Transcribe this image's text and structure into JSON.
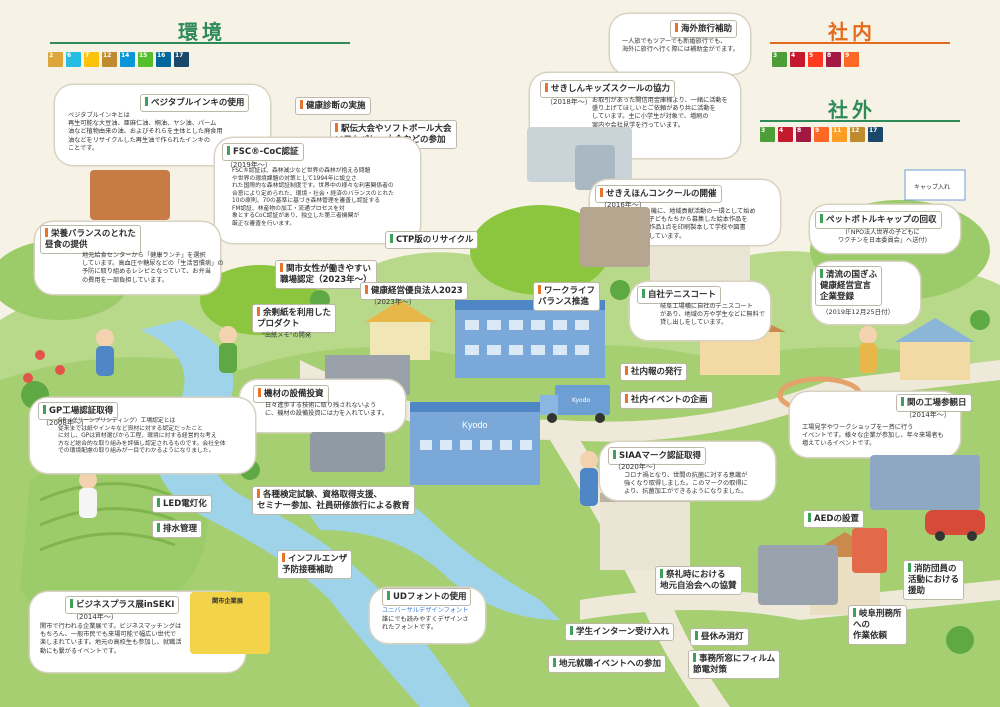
{
  "sections": {
    "env": "環境",
    "inner": "社内",
    "outer": "社外"
  },
  "sdg_env": [
    "2",
    "6",
    "7",
    "12",
    "14",
    "15",
    "16",
    "17"
  ],
  "sdg_inner": [
    "3",
    "4",
    "5",
    "8",
    "9"
  ],
  "sdg_outer": [
    "3",
    "4",
    "8",
    "9",
    "11",
    "12",
    "17"
  ],
  "colors": {
    "green": "#2e8b57",
    "orange": "#e36b1c",
    "sky": "#f6f2e6",
    "grass": "#8cc63f"
  },
  "items": {
    "veg_ink": {
      "title": "ベジタブルインキの使用",
      "text": "ベジタブルインキとは\n再生可能な大豆油、亜麻仁油、桐油、ヤシ油、パーム\n油など植物由来の油、およびそれらを主体とした廃食用\n油などをリサイクルした再生油で作られたインキの\nことです。"
    },
    "health_check": {
      "title": "健康診断の実施"
    },
    "ekiden": {
      "title": "駅伝大会やソフトボール大会\nソフトバレー大会などの参加"
    },
    "overseas": {
      "title": "海外旅行補助",
      "text": "一人旅でもツアーでも新婚旅行でも、\n海外に旅行へ行く際には補助金がでます。"
    },
    "kids": {
      "title": "せきしんキッズスクールの協力",
      "year": "（2018年～）",
      "text": "お取引があった関信用金庫様より、一緒に活動を\n盛り上げてほしいとご依頼があり共に活動を\nしています。主に小学生が対象で、増刷の\n案内や会社見学を行っています。"
    },
    "fsc": {
      "title": "FSC®-CoC認証",
      "year": "（2019年～）",
      "text": "FSC®認証は、森林減少など世界の森林が抱える問題\nや世界の環境課題の対策として1994年に設立さ\nれた国際的な森林認証制度です。世界中の様々な利害関係者の\n合意により定められた、環境・社会・経済のバランスのとれた\n10の原則、70の基準に基づき森林管理を審査し認証する\nFM認証、林産物の加工・流通プロセスを対\n象とするCoC認証があり、独立した第三者機関が\n厳正な審査を行います。"
    },
    "essay": {
      "title": "せきえほんコンクールの開催",
      "year": "（2016年～）",
      "text": "創業50周年を機に、地域貢献活動の一環として始め\nた企画です。子どもたちから募集した絵本作品を\n審査し、大賞作品1点を印刷製本して学校や図書\n館などへ寄贈しています。"
    },
    "pet": {
      "title": "ペットボトルキャップの回収",
      "text": "(「NPO法人世界の子どもに\nワクチンを日本委員会」へ送付)"
    },
    "lunch": {
      "title": "栄養バランスのとれた\n昼食の提供",
      "text": "地元給食センターから「健康ランチ」を選択\nしています。高血圧や糖尿などの「生活習慣病」の\n予防に取り組めるレシピとなっていて、お弁当\nの費用を一部負担しています。"
    },
    "ctp": {
      "title": "CTP版のリサイクル"
    },
    "women": {
      "title": "関市女性が働きやすい\n職場認定（2023年～）"
    },
    "kenko": {
      "title": "健康経営優良法人2023",
      "year": "（2023年～）"
    },
    "worklife": {
      "title": "ワークライフ\nバランス推進"
    },
    "tennis": {
      "title": "自社テニスコート",
      "text": "岐阜工場横に自社のテニスコート\nがあり、地域の方や学生などに無料で\n貸し出しをしています。"
    },
    "clean": {
      "title": "清流の国ぎふ\n健康経営宣言\n企業登録",
      "year": "（2019年12月25日付）"
    },
    "yoyaku": {
      "title": "余剰紙を利用した\nプロダクト",
      "text": "\"出紙メモ\"の開発"
    },
    "newsletter": {
      "title": "社内報の発行"
    },
    "event": {
      "title": "社内イベントの企画"
    },
    "equipment": {
      "title": "機材の設備投資",
      "text": "日々進歩する技術に取り残されないよう\nに、機材の設備投資には力を入れています。"
    },
    "gp": {
      "title": "GP工場認証取得",
      "year": "（2008年～）",
      "text": "GP（グリーンプリンティング）工場認定とは\n従来までは紙やインキなど資材に対する認定だったこと\nに対し、GPは資材選びから工程、環境に対する経営的な考え\n方など総合的な取り組みを評価し認定されるものです。会社全体\nでの環境配慮の取り組みが一目でわかるようになりました。"
    },
    "siaa": {
      "title": "SIAAマーク認証取得",
      "year": "（2020年～）",
      "text": "コロナ禍となり、世間の抗菌に対する意識が\n強くなり取得しました。このマークの取得に\nより、抗菌加工ができるようになりました。"
    },
    "factory_tour": {
      "title": "関の工場参観日",
      "year": "（2014年～）",
      "text": "工場見学やワークショップを一斉に行う\nイベントです。様々な企業が参加し、年々来場者も\n増えているイベントです。"
    },
    "led": {
      "title": "LED電灯化"
    },
    "drain": {
      "title": "排水管理"
    },
    "skills": {
      "title": "各種検定試験、資格取得支援、\nセミナー参加、社員研修旅行による教育"
    },
    "flu": {
      "title": "インフルエンザ\n予防接種補助"
    },
    "ud": {
      "title": "UDフォントの使用",
      "sub": "ユニバーサルデザインフォント",
      "text": "誰にでも読みやすくデザインさ\nれたフォントです。"
    },
    "aed": {
      "title": "AEDの設置"
    },
    "fire": {
      "title": "消防団員の\n活動における\n援助"
    },
    "festival": {
      "title": "祭礼時における\n地元自治会への協賛"
    },
    "business": {
      "title": "ビジネスプラス展inSEKI",
      "year": "（2014年～）",
      "text": "関市で行われる企業展です。ビジネスマッチングは\nもちろん、一般市民でも来場可能で幅広い世代で\n楽しまれています。地元の高校生も参加し、就職活\n動にも繋がるイベントです。"
    },
    "intern": {
      "title": "学生インターン受け入れ"
    },
    "lunch_break": {
      "title": "昼休み消灯"
    },
    "film": {
      "title": "事務所窓にフィルム\n節電対策"
    },
    "gifu_prison": {
      "title": "岐阜刑務所\nへの\n作業依頼"
    },
    "job_event": {
      "title": "地元就職イベントへの参加"
    },
    "bldg": "Kyodo",
    "truck": "Kyodo",
    "cap_box": "キャップ入れ",
    "booth": "関市企業展"
  }
}
